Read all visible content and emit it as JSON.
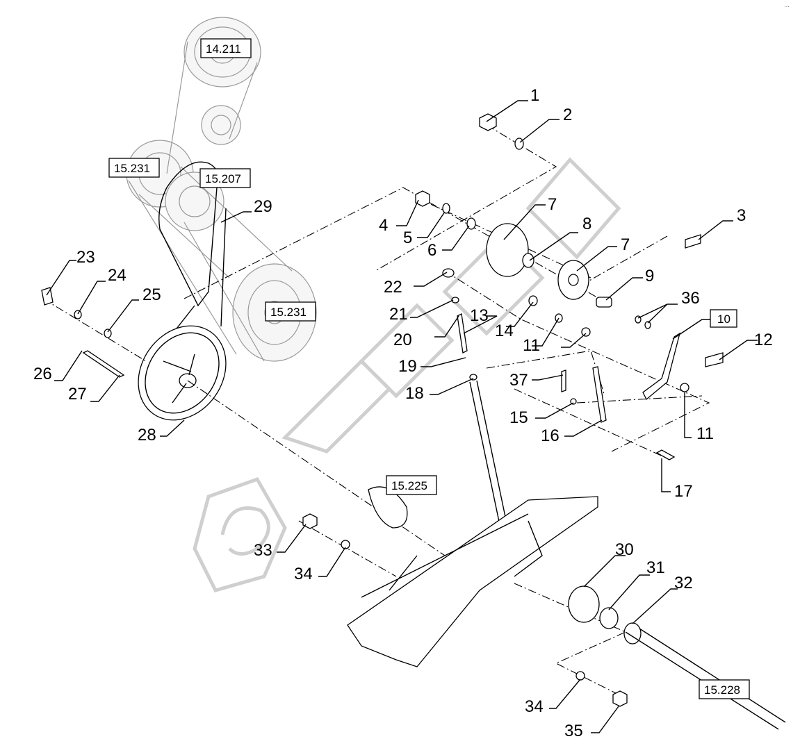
{
  "callouts": {
    "c1": "1",
    "c2": "2",
    "c3": "3",
    "c4": "4",
    "c5": "5",
    "c6": "6",
    "c7a": "7",
    "c7b": "7",
    "c8": "8",
    "c9": "9",
    "c11a": "11",
    "c11b": "11",
    "c12": "12",
    "c13": "13",
    "c14": "14",
    "c15": "15",
    "c16": "16",
    "c17": "17",
    "c18": "18",
    "c19": "19",
    "c20": "20",
    "c21": "21",
    "c22": "22",
    "c23": "23",
    "c24": "24",
    "c25": "25",
    "c26": "26",
    "c27": "27",
    "c28": "28",
    "c29": "29",
    "c30": "30",
    "c31": "31",
    "c32": "32",
    "c33": "33",
    "c34a": "34",
    "c34b": "34",
    "c35": "35",
    "c36": "36",
    "c37": "37"
  },
  "refs": {
    "r14211": "14.211",
    "r15231a": "15.231",
    "r15207": "15.207",
    "r15231b": "15.231",
    "r10": "10",
    "r15225": "15.225",
    "r15228": "15.228"
  },
  "corner_mark": "…",
  "colors": {
    "line": "#000000",
    "ghost": "#9a9a9a",
    "watermark": "#cfcfcf"
  }
}
